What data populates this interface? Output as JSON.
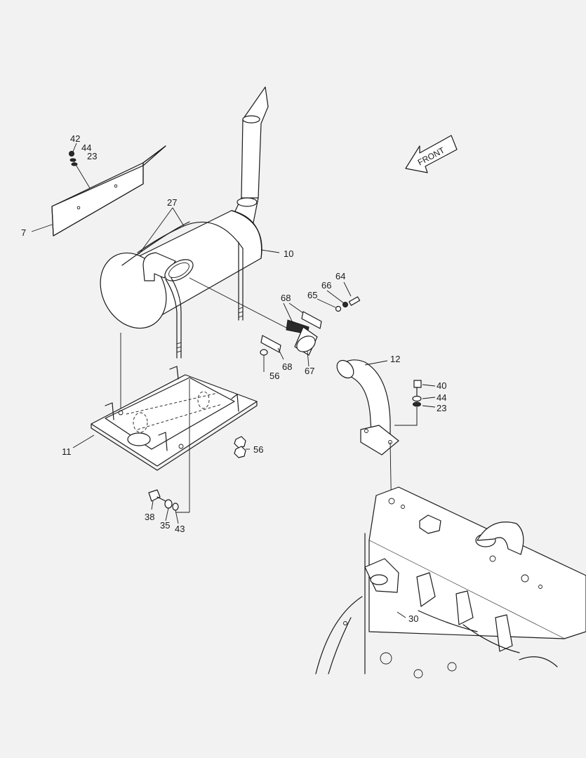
{
  "diagram": {
    "front_label": "FRONT",
    "callouts": {
      "c7": "7",
      "c10": "10",
      "c11": "11",
      "c12": "12",
      "c23a": "23",
      "c23b": "23",
      "c27": "27",
      "c30": "30",
      "c35": "35",
      "c38": "38",
      "c40": "40",
      "c42": "42",
      "c43": "43",
      "c44a": "44",
      "c44b": "44",
      "c56a": "56",
      "c56b": "56",
      "c64": "64",
      "c65": "65",
      "c66": "66",
      "c67": "67",
      "c68a": "68",
      "c68b": "68"
    }
  }
}
